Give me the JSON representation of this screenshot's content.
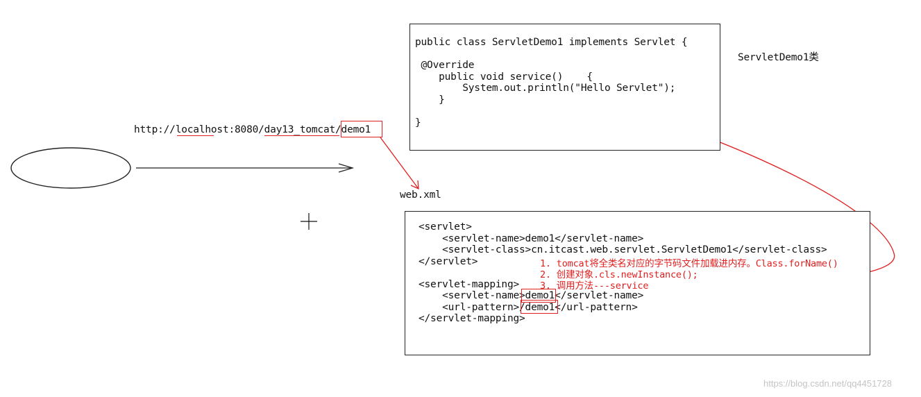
{
  "url": {
    "base": "http://localhost:8080/day13_tomcat/",
    "path": "demo1"
  },
  "class_box": {
    "lines": [
      "public class ServletDemo1 implements Servlet {",
      "",
      " @Override",
      "    public void service()    {",
      "        System.out.println(\"Hello Servlet\");",
      "    }",
      "",
      "}"
    ],
    "caption": "ServletDemo1类"
  },
  "webxml": {
    "label": "web.xml",
    "lines": [
      "<servlet>",
      "    <servlet-name>demo1</servlet-name>",
      "    <servlet-class>cn.itcast.web.servlet.ServletDemo1</servlet-class>",
      "</servlet>",
      "",
      "<servlet-mapping>",
      "    <servlet-name>demo1</servlet-name>",
      "    <url-pattern>/demo1</url-pattern>",
      "</servlet-mapping>"
    ]
  },
  "annotations": [
    "1. tomcat将全类名对应的字节码文件加载进内存。Class.forName()",
    "2. 创建对象.cls.newInstance();",
    "3. 调用方法---service"
  ],
  "watermark": "https://blog.csdn.net/qq4451728",
  "colors": {
    "annotation": "#e02020",
    "ink": "#111111",
    "watermark": "#c4c4c4"
  }
}
